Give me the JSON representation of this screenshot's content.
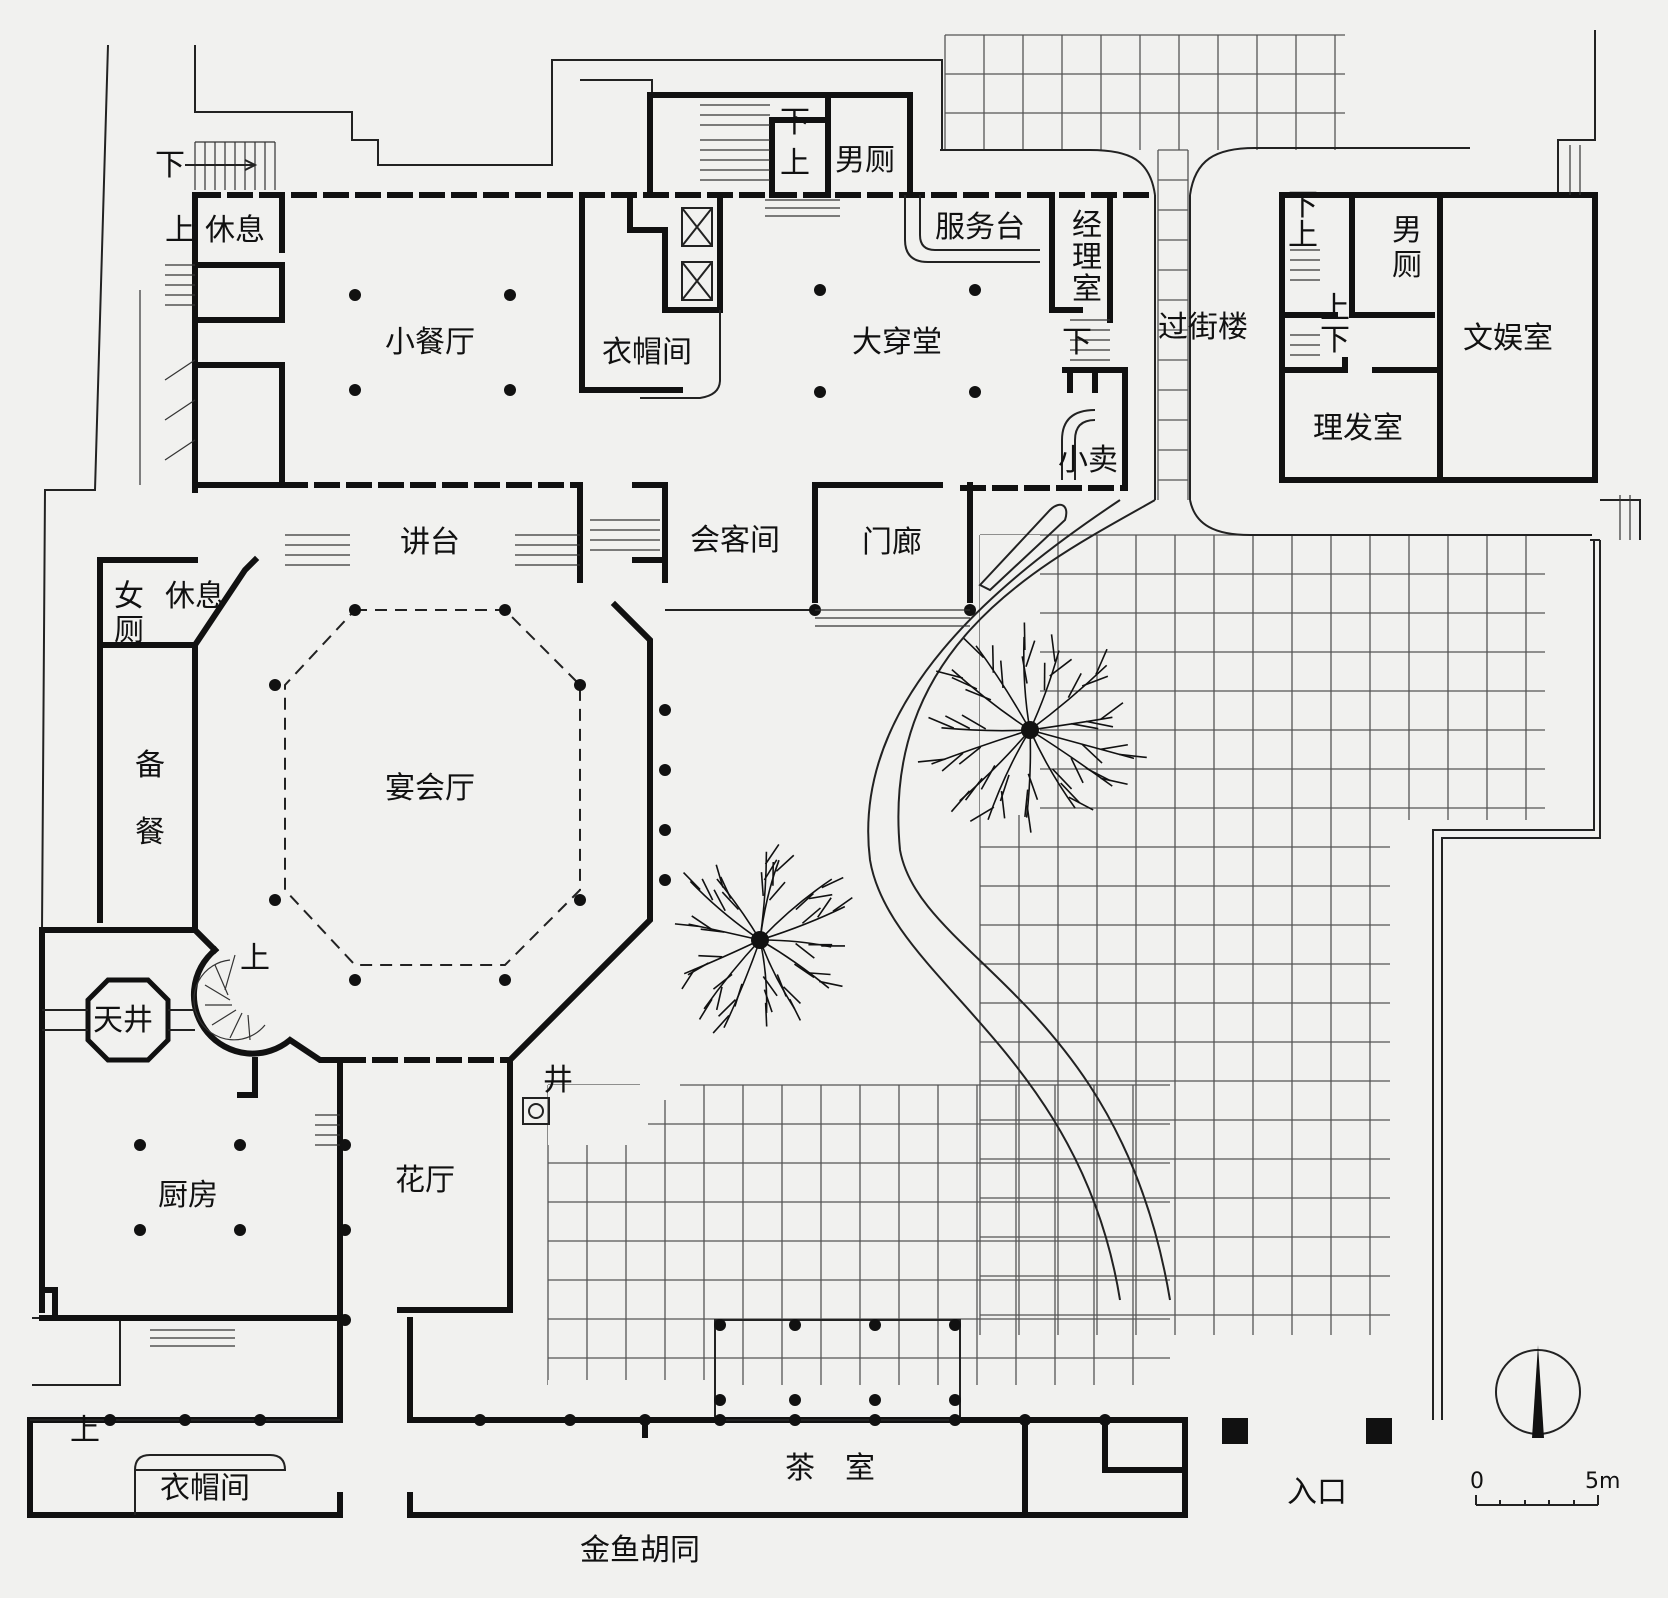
{
  "rooms": {
    "xiuxi_nw": "休息",
    "xiao_canting": "小餐厅",
    "yimaojian_n": "衣帽间",
    "da_chuantang": "大穿堂",
    "fuwutai": "服务台",
    "jingli_shi": "经理室",
    "nan_ce_n": "男厕",
    "guojie_lou": "过街楼",
    "nan_ce_e": "男厕",
    "wenyu_shi": "文娱室",
    "lifa_shi": "理发室",
    "xiao_mai": "小卖",
    "jiang_tai": "讲台",
    "huike_jian": "会客间",
    "men_lang": "门廊",
    "nv_ce": "女厕",
    "xiuxi_w": "休息",
    "bei_can": "备餐",
    "yanhui_ting": "宴会厅",
    "tian_jing": "天井",
    "chu_fang": "厨房",
    "hua_ting": "花厅",
    "jing": "井",
    "cha_shi": "茶　室",
    "yimaojian_s": "衣帽间",
    "ru_kou": "入口",
    "jinyu_hutong": "金鱼胡同"
  },
  "stair_marks": {
    "down": "下",
    "up": "上"
  },
  "scale_bar": {
    "zero": "0",
    "five": "5m"
  }
}
